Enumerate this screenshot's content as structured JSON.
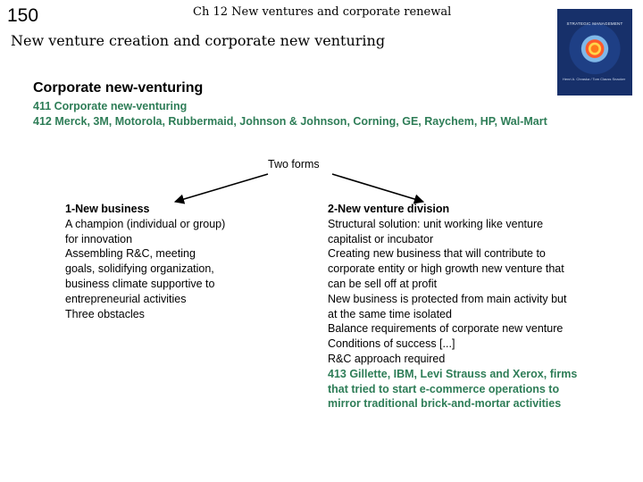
{
  "header": {
    "page_number": "150",
    "chapter": "Ch 12   New ventures and corporate renewal",
    "title": "New venture creation and corporate new venturing"
  },
  "book_cover": {
    "title": "STRATEGIC MANAGEMENT",
    "authors": "Henri A. Chraska / Tom Clauss Snacker"
  },
  "section": {
    "heading": "Corporate new-venturing",
    "example": "411 Corporate new-venturing\n412 Merck, 3M, Motorola, Rubbermaid, Johnson & Johnson, Corning, GE, Raychem, HP, Wal-Mart"
  },
  "forms_label": "Two forms",
  "left_column": {
    "heading": "1-New business",
    "lines": [
      "A champion (individual or group) for innovation",
      "Assembling R&C, meeting goals, solidifying organization, business climate supportive to entrepreneurial activities",
      "Three obstacles"
    ]
  },
  "right_column": {
    "heading": "2-New venture division",
    "lines": [
      "Structural solution: unit working like venture capitalist or incubator",
      "Creating new business that will contribute to corporate entity or high growth new venture that can be sell off at profit",
      "New business is protected from main activity but at the same time isolated",
      "Balance requirements of corporate new venture",
      "Conditions of success [...]",
      "R&C approach required"
    ],
    "example": "413 Gillette, IBM, Levi Strauss and Xerox, firms that tried to start e-commerce operations to mirror traditional brick-and-mortar activities"
  },
  "colors": {
    "example_green": "#2e7d57",
    "cover_blue": "#1e3f85"
  }
}
